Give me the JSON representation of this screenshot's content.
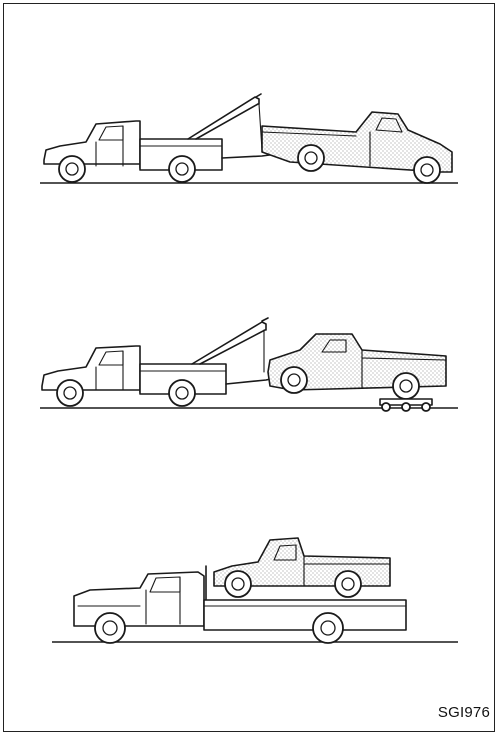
{
  "figure": {
    "code_label": "SGI976",
    "scenes": [
      {
        "id": "wheel-lift-front-tow"
      },
      {
        "id": "wheel-lift-with-dollies"
      },
      {
        "id": "flatbed-transport"
      }
    ]
  },
  "colors": {
    "ink": "#1a1a1a",
    "background": "#ffffff",
    "stipple": "#7a7a7a"
  }
}
